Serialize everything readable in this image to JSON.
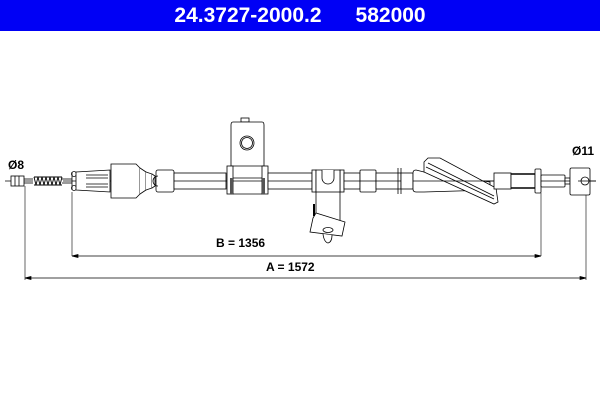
{
  "header": {
    "part_number": "24.3727-2000.2",
    "reference_number": "582000",
    "background_color": "#0000f5",
    "text_color": "#ffffff"
  },
  "diagram": {
    "type": "brake cable technical drawing",
    "left_end": {
      "diameter_label": "Ø8"
    },
    "right_end": {
      "diameter_label": "Ø11"
    },
    "dimensions": {
      "B": {
        "label": "B = 1356",
        "value": 1356
      },
      "A": {
        "label": "A = 1572",
        "value": 1572
      }
    }
  }
}
